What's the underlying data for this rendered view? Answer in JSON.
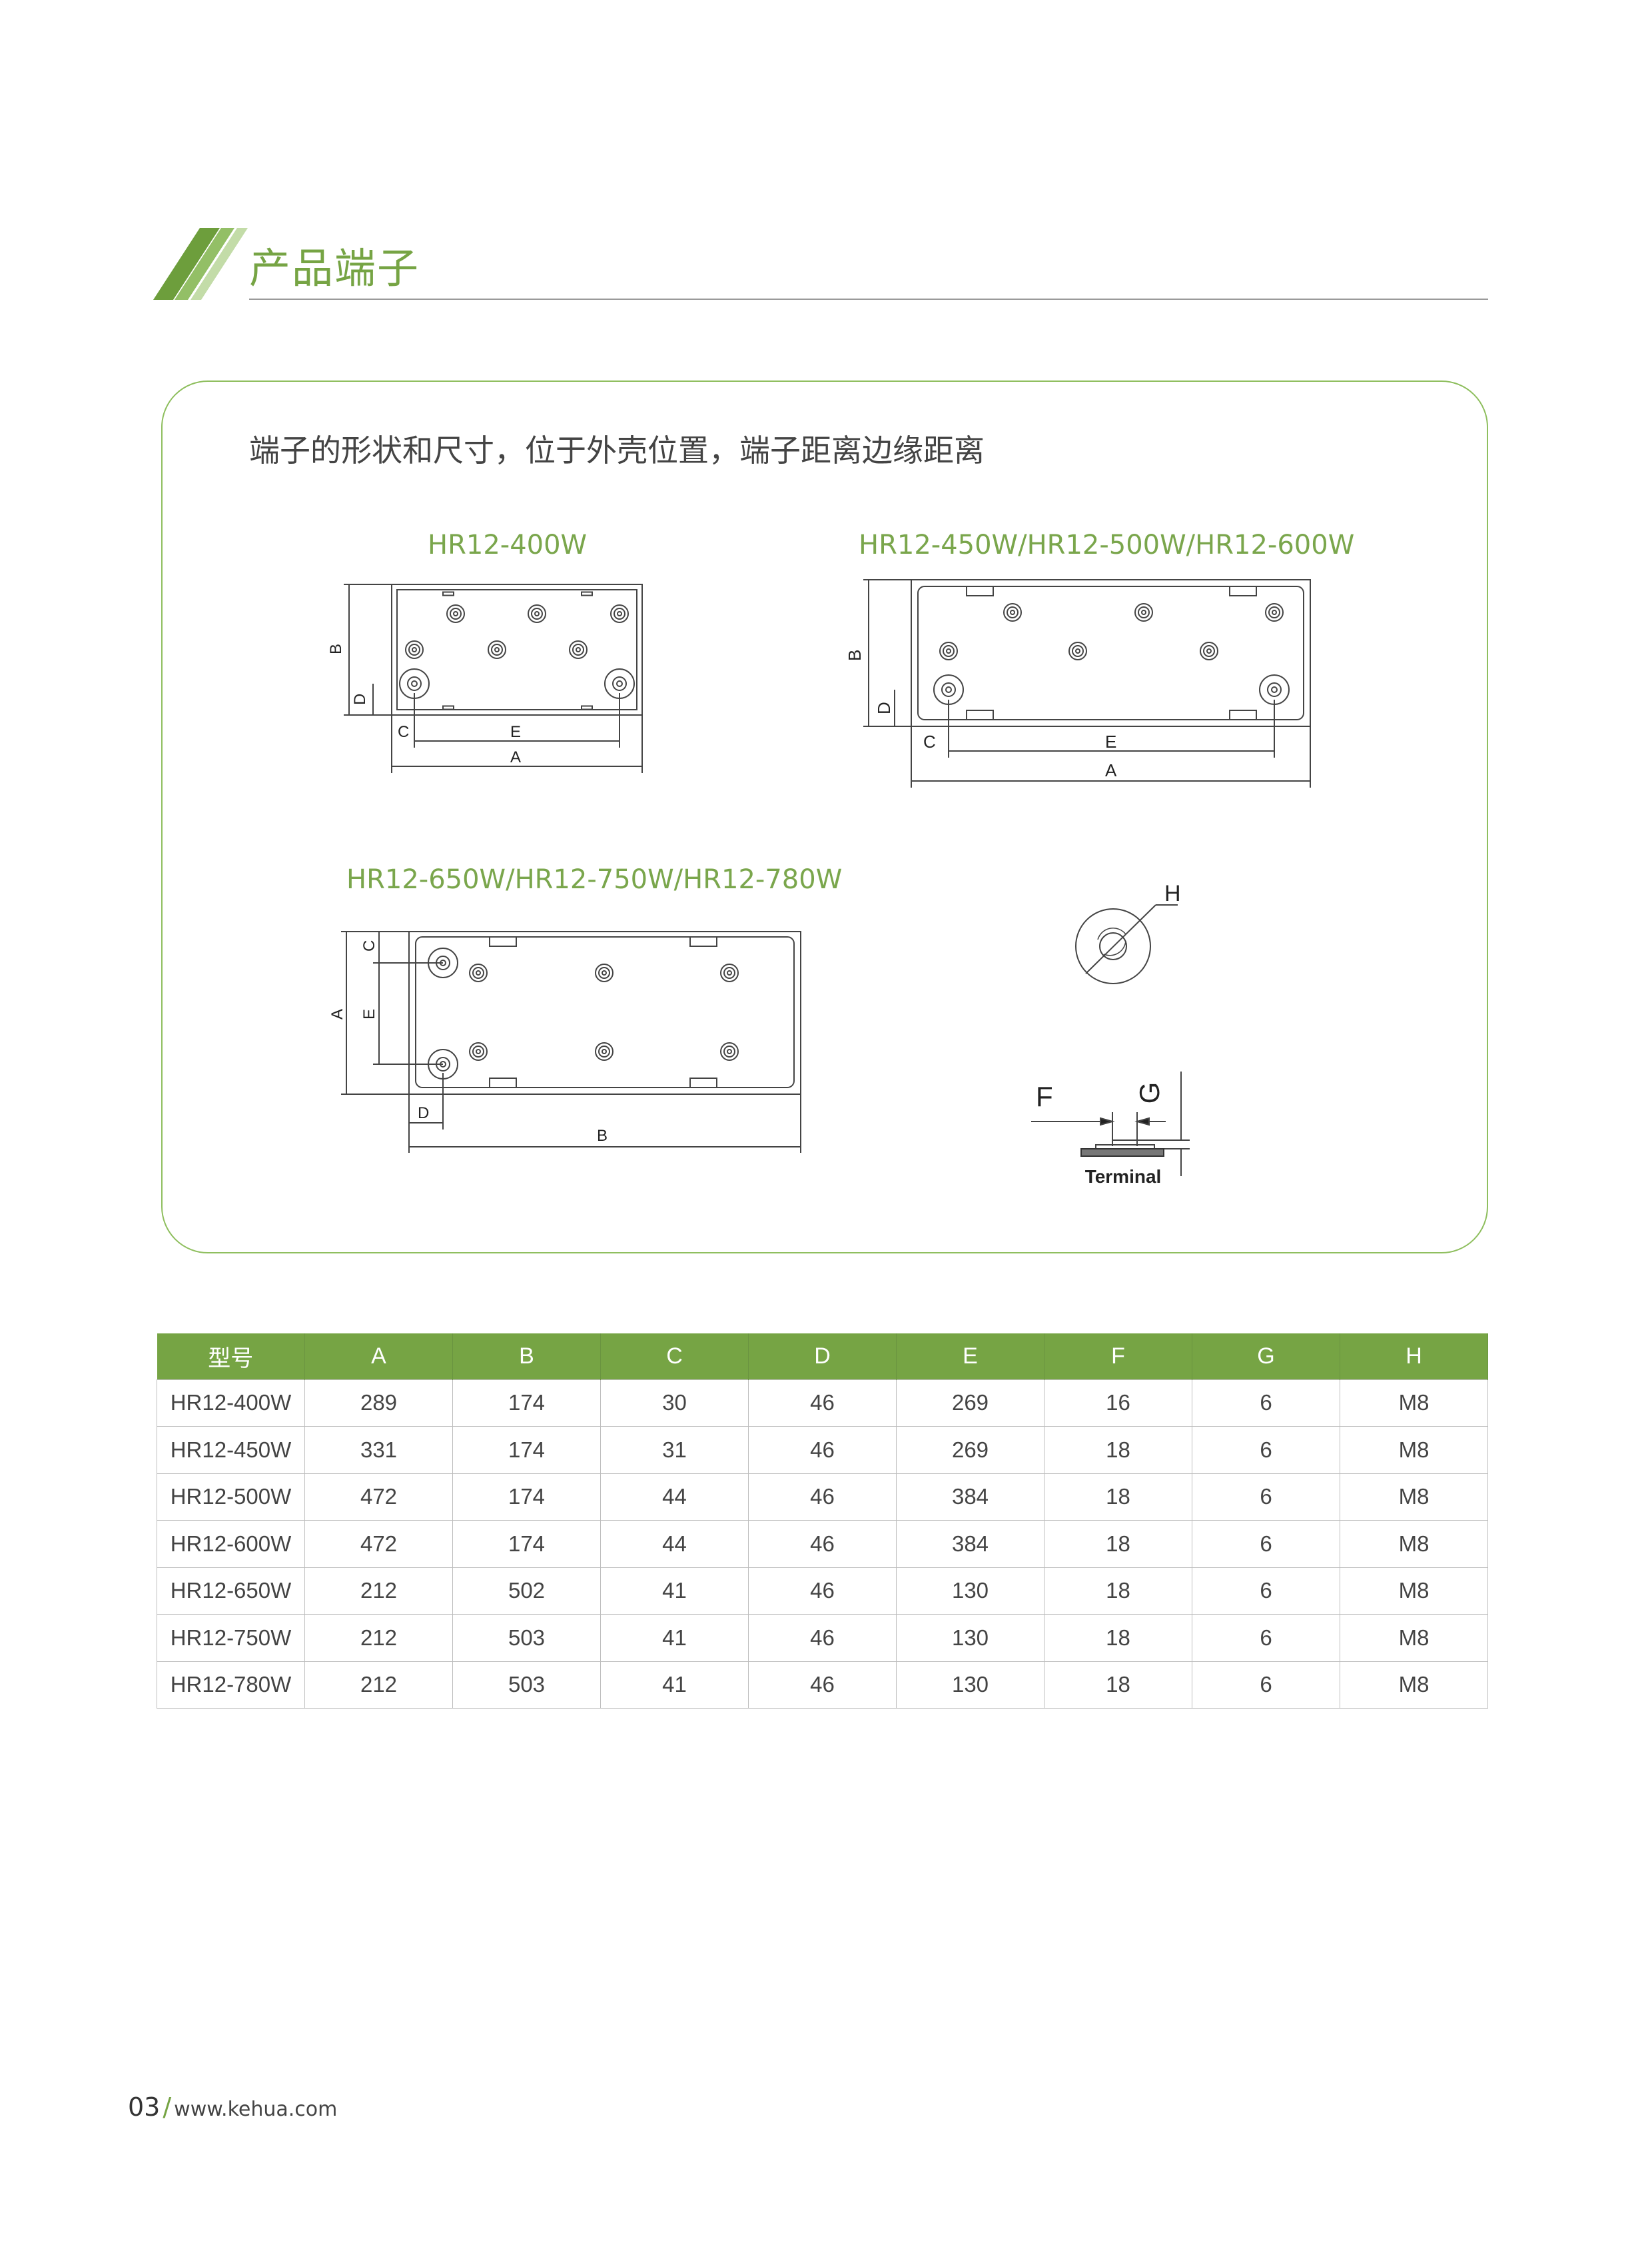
{
  "header": {
    "title": "产品端子"
  },
  "panel": {
    "subtitle": "端子的形状和尺寸，位于外壳位置，端子距离边缘距离",
    "models": [
      {
        "label": "HR12-400W",
        "dims": {
          "a": "A",
          "b": "B",
          "c": "C",
          "d": "D",
          "e": "E"
        }
      },
      {
        "label": "HR12-450W/HR12-500W/HR12-600W",
        "dims": {
          "a": "A",
          "b": "B",
          "c": "C",
          "d": "D",
          "e": "E"
        }
      },
      {
        "label": "HR12-650W/HR12-750W/HR12-780W",
        "dims": {
          "a": "A",
          "b": "B",
          "c": "C",
          "d": "D",
          "e": "E"
        }
      }
    ],
    "terminal_detail": {
      "h": "H",
      "f": "F",
      "g": "G",
      "caption": "Terminal"
    }
  },
  "table": {
    "headers": [
      "型号",
      "A",
      "B",
      "C",
      "D",
      "E",
      "F",
      "G",
      "H"
    ],
    "rows": [
      [
        "HR12-400W",
        "289",
        "174",
        "30",
        "46",
        "269",
        "16",
        "6",
        "M8"
      ],
      [
        "HR12-450W",
        "331",
        "174",
        "31",
        "46",
        "269",
        "18",
        "6",
        "M8"
      ],
      [
        "HR12-500W",
        "472",
        "174",
        "44",
        "46",
        "384",
        "18",
        "6",
        "M8"
      ],
      [
        "HR12-600W",
        "472",
        "174",
        "44",
        "46",
        "384",
        "18",
        "6",
        "M8"
      ],
      [
        "HR12-650W",
        "212",
        "502",
        "41",
        "46",
        "130",
        "18",
        "6",
        "M8"
      ],
      [
        "HR12-750W",
        "212",
        "503",
        "41",
        "46",
        "130",
        "18",
        "6",
        "M8"
      ],
      [
        "HR12-780W",
        "212",
        "503",
        "41",
        "46",
        "130",
        "18",
        "6",
        "M8"
      ]
    ]
  },
  "footer": {
    "page": "03",
    "url": "www.kehua.com"
  },
  "colors": {
    "accent": "#76a444",
    "text": "#444444"
  }
}
